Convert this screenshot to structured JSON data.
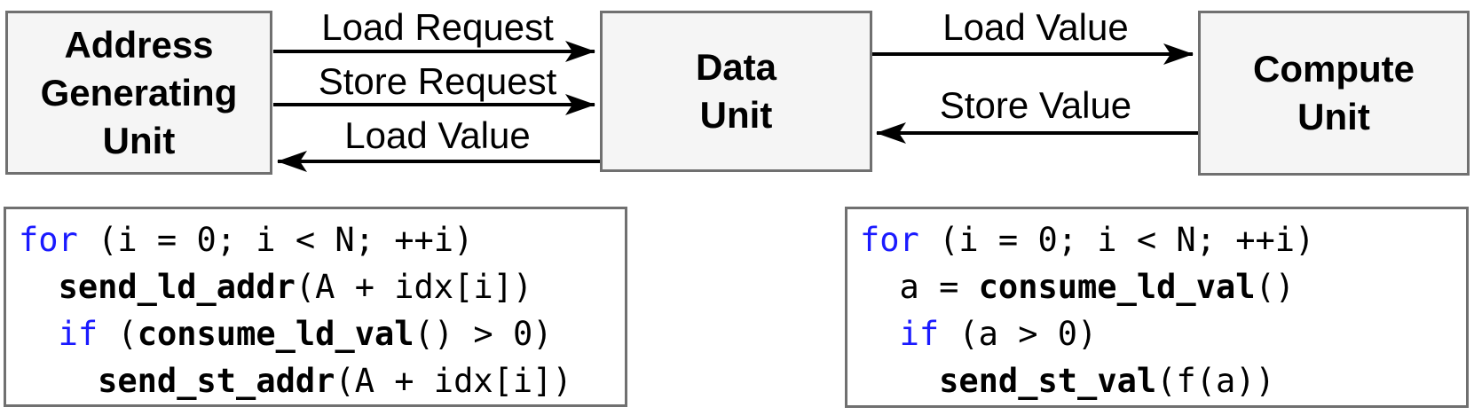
{
  "diagram": {
    "units": [
      {
        "id": "address-generating-unit",
        "lines": [
          "Address",
          "Generating",
          "Unit"
        ]
      },
      {
        "id": "data-unit",
        "lines": [
          "Data",
          "Unit"
        ]
      },
      {
        "id": "compute-unit",
        "lines": [
          "Compute",
          "Unit"
        ]
      }
    ],
    "arrows": [
      {
        "label": "Load Request",
        "from": "address-generating-unit",
        "to": "data-unit",
        "direction": "right"
      },
      {
        "label": "Store Request",
        "from": "address-generating-unit",
        "to": "data-unit",
        "direction": "right"
      },
      {
        "label": "Load Value",
        "from": "data-unit",
        "to": "address-generating-unit",
        "direction": "left"
      },
      {
        "label": "Load Value",
        "from": "data-unit",
        "to": "compute-unit",
        "direction": "right"
      },
      {
        "label": "Store Value",
        "from": "compute-unit",
        "to": "data-unit",
        "direction": "left"
      }
    ]
  },
  "code_blocks": [
    {
      "id": "address-generating-unit-code",
      "lines": [
        [
          {
            "c": "kw",
            "t": "for"
          },
          {
            "t": " (i = 0; i < N; ++i)"
          }
        ],
        [
          {
            "t": "  "
          },
          {
            "c": "fn",
            "t": "send_ld_addr"
          },
          {
            "t": "(A + idx[i])"
          }
        ],
        [
          {
            "t": "  "
          },
          {
            "c": "kw",
            "t": "if"
          },
          {
            "t": " ("
          },
          {
            "c": "fn",
            "t": "consume_ld_val"
          },
          {
            "t": "() > 0)"
          }
        ],
        [
          {
            "t": "    "
          },
          {
            "c": "fn",
            "t": "send_st_addr"
          },
          {
            "t": "(A + idx[i])"
          }
        ]
      ]
    },
    {
      "id": "compute-unit-code",
      "lines": [
        [
          {
            "c": "kw",
            "t": "for"
          },
          {
            "t": " (i = 0; i < N; ++i)"
          }
        ],
        [
          {
            "t": "  a = "
          },
          {
            "c": "fn",
            "t": "consume_ld_val"
          },
          {
            "t": "()"
          }
        ],
        [
          {
            "t": "  "
          },
          {
            "c": "kw",
            "t": "if"
          },
          {
            "t": " (a > 0)"
          }
        ],
        [
          {
            "t": "    "
          },
          {
            "c": "fn",
            "t": "send_st_val"
          },
          {
            "t": "(f(a))"
          }
        ]
      ]
    }
  ],
  "colors": {
    "keyword": "#1a1aff",
    "box_fill": "#f5f5f5",
    "box_border": "#707070",
    "arrow": "#000000",
    "text": "#000000",
    "code_bg": "#ffffff"
  }
}
